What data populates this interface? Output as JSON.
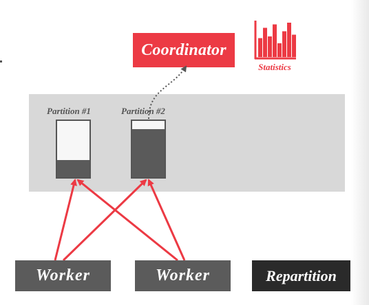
{
  "coordinator": {
    "label": "Coordinator"
  },
  "statistics": {
    "label": "Statistics",
    "bar_levels": [
      0.55,
      0.85,
      0.6,
      0.95,
      0.4,
      0.75,
      1.0,
      0.65
    ]
  },
  "partitions": [
    {
      "label": "Partition #1",
      "fill_fraction": 0.3
    },
    {
      "label": "Partition #2",
      "fill_fraction": 0.85
    }
  ],
  "workers": [
    {
      "label": "Worker"
    },
    {
      "label": "Worker"
    }
  ],
  "repartition": {
    "label": "Repartition"
  },
  "colors": {
    "accent": "#ec3a44",
    "partition_fill": "#5a5a5a",
    "panel": "#d8d8d8",
    "worker": "#5b5b5b",
    "repartition": "#2a2a2a"
  }
}
